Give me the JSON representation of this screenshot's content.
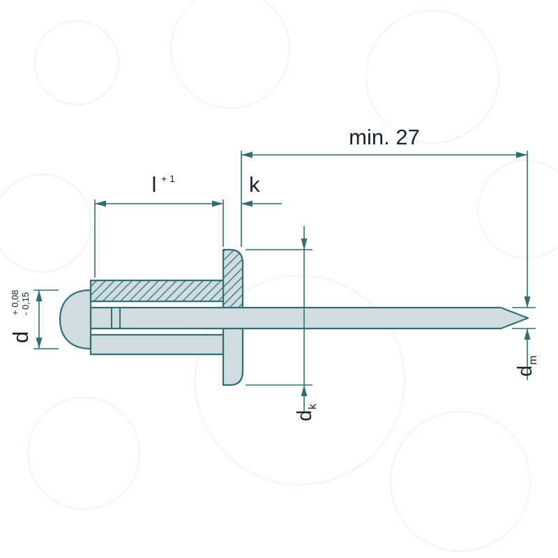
{
  "diagram": {
    "colors": {
      "line": "#2f6f70",
      "fill": "#cfdde2",
      "text": "#15232b",
      "background": "#ffffff"
    },
    "labels": {
      "min_length": "min. 27",
      "body_length_base": "l",
      "body_length_sup": "+ 1",
      "flange_thickness": "k",
      "body_dia_base": "d",
      "body_dia_tol_plus": "+ 0,08",
      "body_dia_tol_minus": "- 0,15",
      "flange_dia_base": "d",
      "flange_dia_sub": "k",
      "mandrel_dia_base": "d",
      "mandrel_dia_sub": "m"
    }
  }
}
